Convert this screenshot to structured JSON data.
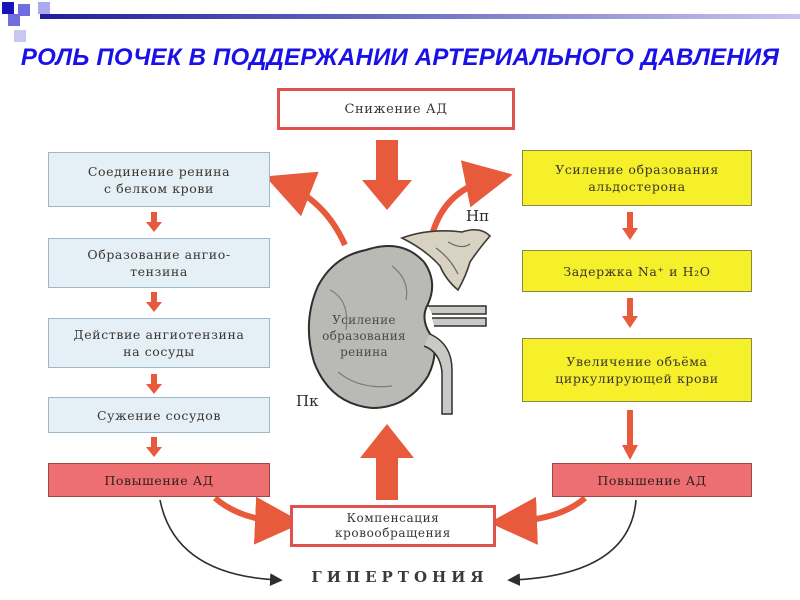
{
  "title": "РОЛЬ ПОЧЕК В ПОДДЕРЖАНИИ АРТЕРИАЛЬНОГО ДАВЛЕНИЯ",
  "top_box": "Снижение АД",
  "left_chain": [
    "Соединение ренина\nс белком крови",
    "Образование ангио-\nтензина",
    "Действие ангиотензина\nна сосуды",
    "Сужение сосудов",
    "Повышение АД"
  ],
  "right_chain": [
    "Усиление образования\nальдостерона",
    "Задержка Na⁺ и H₂O",
    "Увеличение объёма\nциркулирующей крови",
    "Повышение АД"
  ],
  "kidney_text": "Усиление\nобразования\nренина",
  "label_np": "Нп",
  "label_pk": "Пк",
  "bottom_box": "Компенсация\nкровообращения",
  "hypertension": "ГИПЕРТОНИЯ",
  "colors": {
    "title": "#1a10e8",
    "arrow": "#e85a3c",
    "blue_box": "#e4f0f6",
    "yellow_box": "#f6f02a",
    "red_box": "#ee6f72"
  }
}
